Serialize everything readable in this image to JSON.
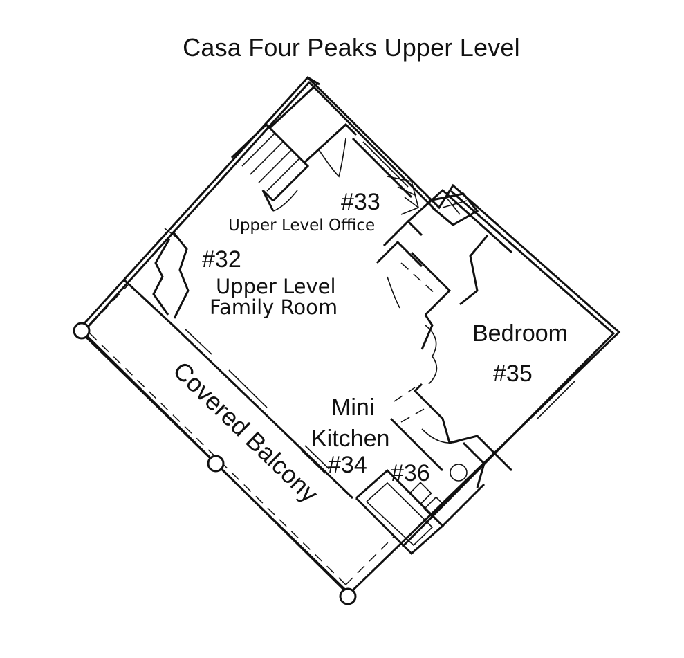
{
  "title": "Casa Four Peaks Upper Level",
  "rooms": {
    "office_number": "#33",
    "office_name": "Upper Level Office",
    "family_number": "#32",
    "family_name_line1": "Upper Level",
    "family_name_line2": "Family Room",
    "bedroom_name": "Bedroom",
    "bedroom_number": "#35",
    "kitchen_line1": "Mini",
    "kitchen_line2": "Kitchen",
    "kitchen_number": "#34",
    "bath_number": "#36",
    "balcony_name": "Covered Balcony"
  }
}
